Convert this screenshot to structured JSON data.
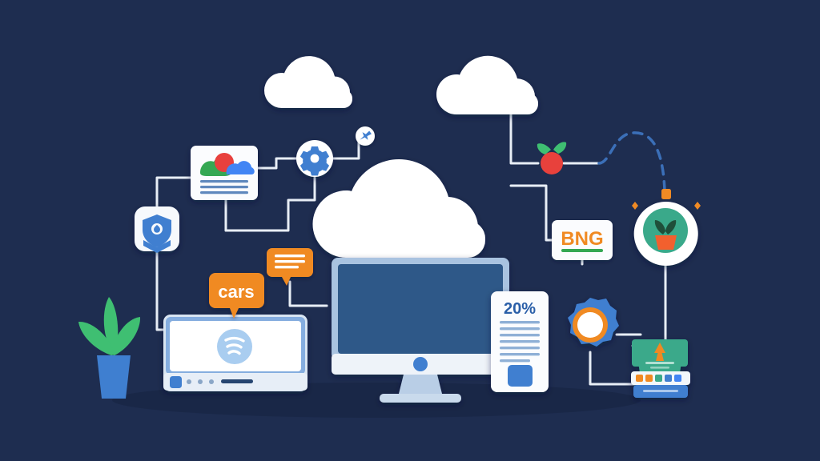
{
  "scene": {
    "title": "Cloud Computing Network Isometric Illustration",
    "background_color": "#1e2d50",
    "description": "Flat vector illustration of connected cloud services, devices and app icons on a dark navy background"
  },
  "palette": {
    "background": "#1e2d50",
    "white": "#ffffff",
    "off_white": "#f4f7fb",
    "connector_line": "#e8eef6",
    "dashed_line": "#3b6fb8",
    "accent_orange": "#f08a24",
    "accent_orange_dark": "#e07b18",
    "accent_blue": "#3f7fd0",
    "screen_blue": "#2f5888",
    "bezel_blue": "#a9c3e0",
    "teal_green": "#3aa98a",
    "leaf_green": "#3fbf72",
    "red": "#e8413c",
    "google_green": "#34a853",
    "google_blue": "#4285f4",
    "text_blue": "#2b5ea8",
    "doc_line_blue": "#8fb0d6"
  },
  "clouds": [
    {
      "name": "cloud-top-left",
      "label": ""
    },
    {
      "name": "cloud-top-right",
      "label": ""
    },
    {
      "name": "cloud-center-main",
      "label": ""
    }
  ],
  "nodes": [
    {
      "id": "chart-card",
      "name": "analytics-card",
      "label": "",
      "icon": "chart-blobs-icon",
      "colors": [
        "#34a853",
        "#e8413c",
        "#4285f4"
      ]
    },
    {
      "id": "gear-node",
      "name": "settings-gear-node",
      "label": "",
      "icon": "gear-icon",
      "color": "#3f7fd0"
    },
    {
      "id": "plane-node",
      "name": "airplane-node",
      "label": "",
      "icon": "airplane-icon",
      "color": "#3f7fd0"
    },
    {
      "id": "shield-node",
      "name": "security-shield-node",
      "label": "",
      "icon": "shield-icon",
      "color": "#3f7fd0"
    },
    {
      "id": "apple-node",
      "name": "apple-fruit-icon",
      "label": "",
      "icon": "apple-icon",
      "color": "#e8413c"
    },
    {
      "id": "bulb-node",
      "name": "idea-lightbulb-node",
      "label": "",
      "icon": "lightbulb-plant-icon",
      "color": "#3aa98a"
    },
    {
      "id": "cog-ring-node",
      "name": "orange-ring-cog-node",
      "label": "",
      "icon": "cog-ring-icon",
      "color": "#f08a24"
    },
    {
      "id": "plant-decor",
      "name": "potted-plant-decoration",
      "label": "",
      "icon": "potted-plant-icon",
      "color": "#3fbf72"
    }
  ],
  "badges": [
    {
      "id": "cars-badge",
      "name": "cars-tag-badge",
      "text": "cars",
      "bg": "#f08a24",
      "fg": "#ffffff"
    },
    {
      "id": "message-badge",
      "name": "message-lines-badge",
      "text": "",
      "bg": "#f08a24",
      "fg": "#ffffff"
    },
    {
      "id": "bng-badge",
      "name": "bng-logo-card",
      "text": "BNG",
      "bg": "#ffffff",
      "fg": "#f08a24",
      "underline_color": "#34a853"
    }
  ],
  "devices": {
    "monitor": {
      "name": "desktop-monitor",
      "label": "",
      "screen_color": "#2f5888",
      "bezel_color": "#a9c3e0"
    },
    "laptop": {
      "name": "laptop-device",
      "label": "",
      "screen_icon": "wifi-signal-icon",
      "icon_color": "#8cbbe8",
      "taskbar_dots": 3
    },
    "document": {
      "name": "report-document-card",
      "headline": "20%",
      "headline_color": "#2b5ea8",
      "text_lines": 7
    },
    "app_card": {
      "name": "app-store-card",
      "title_line": "",
      "footer_line": "",
      "bg": "#3aa98a",
      "icon": "archive-arrow-icon",
      "icon_color": "#f08a24",
      "icon_row_colors": [
        "#f08a24",
        "#f08a24",
        "#3aa98a",
        "#3f7fd0",
        "#4285f4"
      ],
      "footer_bg": "#3f7fd0"
    }
  },
  "connectors": {
    "solid_color": "#e8eef6",
    "dashed_color": "#3b6fb8",
    "solid_width": 3,
    "dashed_width": 3,
    "count": 11
  }
}
